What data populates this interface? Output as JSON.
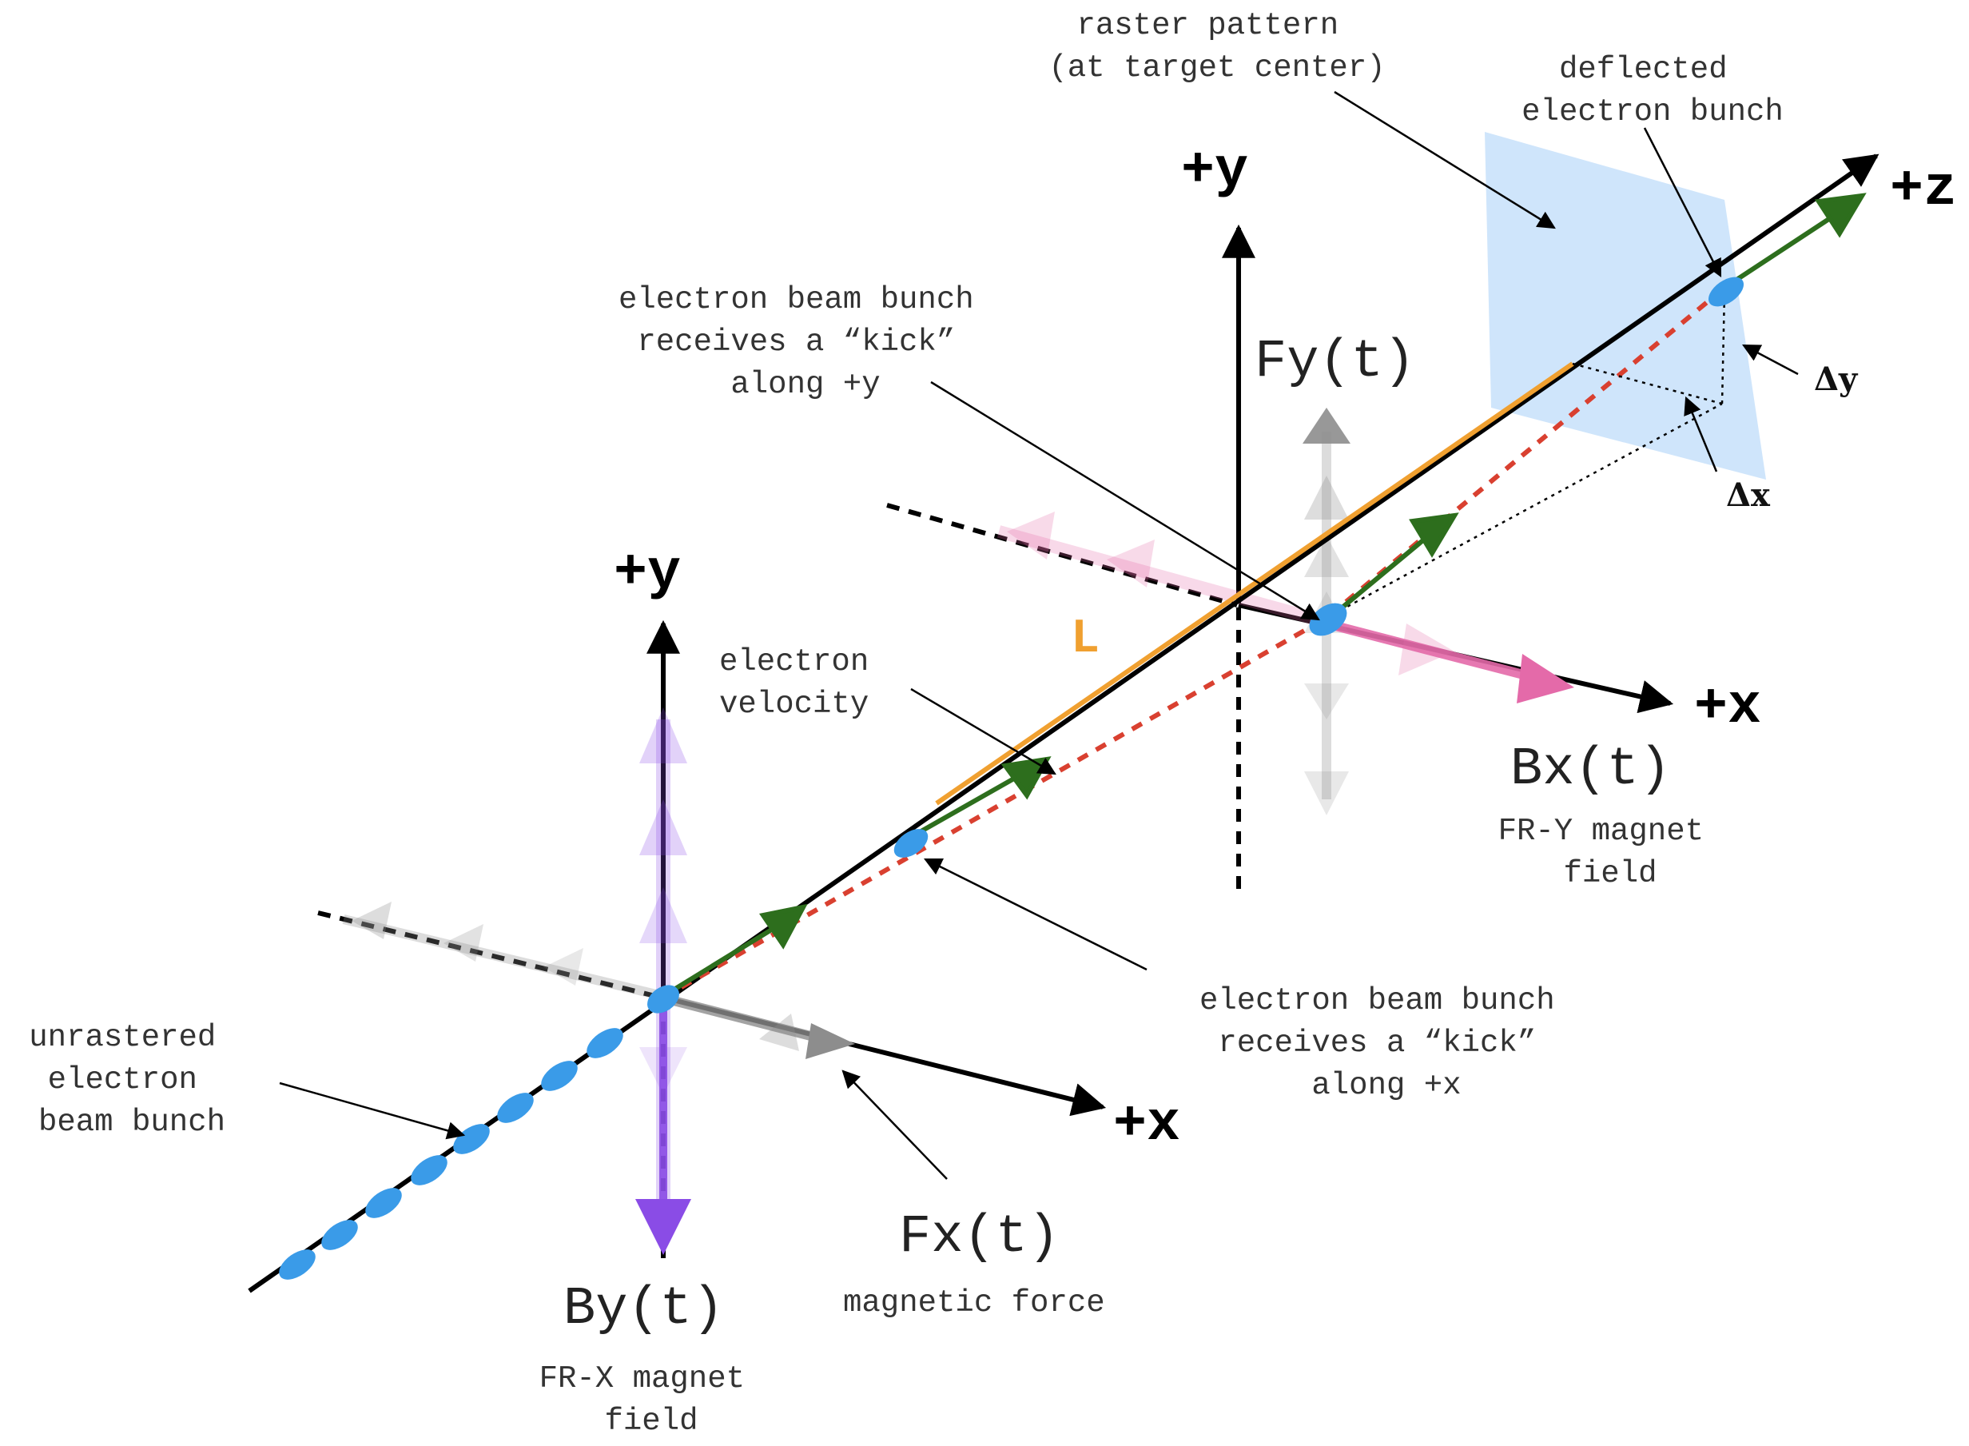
{
  "colors": {
    "axis": "#000000",
    "beam_bunch": "#3a9be8",
    "velocity": "#2d6e1d",
    "deflected_path": "#d94030",
    "drift_length": "#f0a030",
    "raster_plane": "#cfe5fb",
    "bx_field": "#e46aa9",
    "by_field": "#8a4ce6",
    "force": "#8d8d8d"
  },
  "labels": {
    "axis_y_left": "+y",
    "axis_x_left": "+x",
    "axis_y_right": "+y",
    "axis_x_right": "+x",
    "axis_z": "+z",
    "raster_pattern": [
      "raster pattern",
      "(at target center)"
    ],
    "deflected_bunch": [
      "deflected",
      "electron bunch"
    ],
    "kick_y": [
      "electron beam bunch",
      "receives a “kick”",
      "along +y"
    ],
    "fy": "Fy(t)",
    "delta_y": "Δy",
    "delta_x": "Δx",
    "length": "L",
    "electron_velocity": [
      "electron",
      "velocity"
    ],
    "bx": "Bx(t)",
    "fr_y_field": [
      "FR-Y magnet",
      "field"
    ],
    "kick_x": [
      "electron beam bunch",
      "receives a “kick”",
      "along +x"
    ],
    "unrastered": [
      "unrastered",
      "electron",
      "beam bunch"
    ],
    "fx": "Fx(t)",
    "magnetic_force": "magnetic force",
    "by": "By(t)",
    "fr_x_field": [
      "FR-X magnet",
      "field"
    ]
  }
}
